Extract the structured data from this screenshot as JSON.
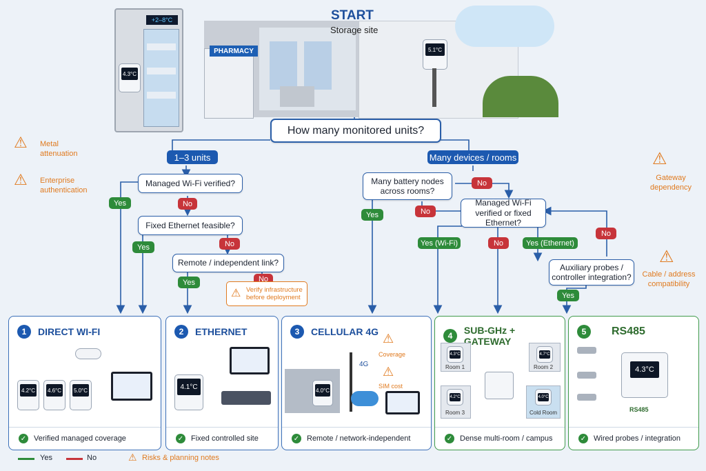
{
  "header": {
    "title": "START",
    "subtitle": "Storage site",
    "fridge_display": "+2–8°C",
    "pharmacy_sign": "PHARMACY",
    "fridge_sensor": "4.3°C",
    "wall_sensor": "5.1°C"
  },
  "main_question": "How many monitored units?",
  "branches": {
    "left": "1–3 units",
    "right": "Many devices / rooms"
  },
  "left_flow": {
    "q1": "Managed Wi-Fi verified?",
    "q2": "Fixed Ethernet feasible?",
    "q3": "Remote / independent link?",
    "yes": "Yes",
    "no": "No",
    "verify_note": "Verify infrastructure before deployment"
  },
  "right_flow": {
    "q1": "Many battery nodes across rooms?",
    "q2": "Managed Wi-Fi verified or fixed Ethernet?",
    "q3": "Auxiliary probes / controller integration?",
    "yes": "Yes",
    "no": "No",
    "yes_wifi": "Yes (Wi-Fi)",
    "yes_ethernet": "Yes (Ethernet)"
  },
  "warnings": {
    "metal": "Metal attenuation",
    "enterprise": "Enterprise authentication",
    "gateway": "Gateway dependency",
    "cable": "Cable / address compatibility"
  },
  "panels": [
    {
      "num": "1",
      "title": "DIRECT WI-FI",
      "footer": "Verified managed coverage",
      "readings": [
        "4.2°C",
        "4.6°C",
        "5.0°C"
      ]
    },
    {
      "num": "2",
      "title": "ETHERNET",
      "footer": "Fixed controlled site",
      "readings": [
        "4.1°C"
      ]
    },
    {
      "num": "3",
      "title": "CELLULAR 4G",
      "footer": "Remote / network-independent",
      "readings": [
        "4.0°C"
      ],
      "notes": [
        "Coverage",
        "SIM cost"
      ],
      "tag": "4G"
    },
    {
      "num": "4",
      "title": "SUB-GHz + GATEWAY",
      "footer": "Dense multi-room / campus",
      "readings": [
        "4.3°C",
        "4.7°C",
        "4.2°C",
        "4.0°C"
      ],
      "rooms": [
        "Room 1",
        "Room 2",
        "Room 3",
        "Cold Room"
      ]
    },
    {
      "num": "5",
      "title": "RS485",
      "footer": "Wired probes / integration",
      "readings": [
        "4.3°C"
      ],
      "bus_label": "RS485"
    }
  ],
  "legend": {
    "yes": "Yes",
    "no": "No",
    "risks": "Risks & planning notes"
  },
  "colors": {
    "blue": "#1c59b0",
    "green": "#2e8b3a",
    "red": "#c7343a",
    "orange": "#e07a1f"
  }
}
